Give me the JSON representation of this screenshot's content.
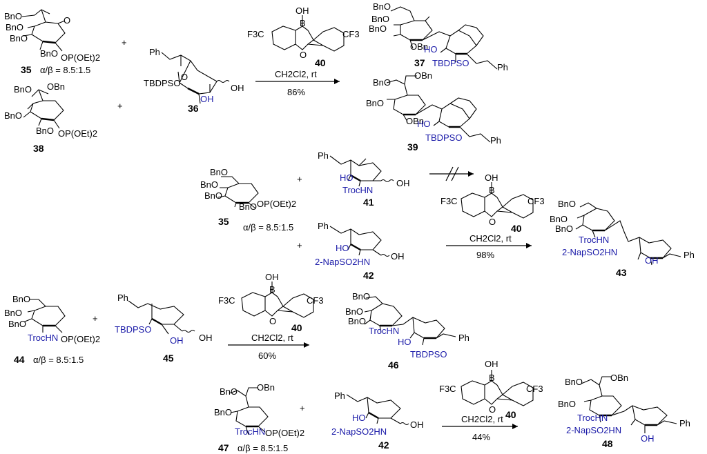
{
  "labels": {
    "bnO": "BnO",
    "oBn": "OBn",
    "opoet2": "OP(OEt)2",
    "pooet2": "P(OEt)2",
    "ph": "Ph",
    "tbdpso": "TBDPSO",
    "tbdps": "TBDPSO",
    "ho": "HO",
    "oh": "OH",
    "o": "O",
    "tbdpso_short": "TBDPSO",
    "trochn": "TrocHN",
    "troc_hn": "TrocHN",
    "nap": "2-NapSO2HN",
    "nap_n": "2-NapSO2HN",
    "f3c": "F3C",
    "cf3": "CF3",
    "b": "B",
    "catoh": "OH",
    "plus": "+",
    "anomer": "α/β = 8.5:1.5"
  },
  "compounds": {
    "c35": "35",
    "c36": "36",
    "c37": "37",
    "c38": "38",
    "c39": "39",
    "c40": "40",
    "c41": "41",
    "c42": "42",
    "c43": "43",
    "c44": "44",
    "c45": "45",
    "c46": "46",
    "c47": "47",
    "c48": "48"
  },
  "reactions": [
    {
      "solvent": "CH2Cl2, rt",
      "yield": "86%"
    },
    {
      "solvent": "CH2Cl2, rt",
      "yield": "98%"
    },
    {
      "solvent": "CH2Cl2, rt",
      "yield": "60%"
    },
    {
      "solvent": "CH2Cl2, rt",
      "yield": "44%"
    }
  ]
}
